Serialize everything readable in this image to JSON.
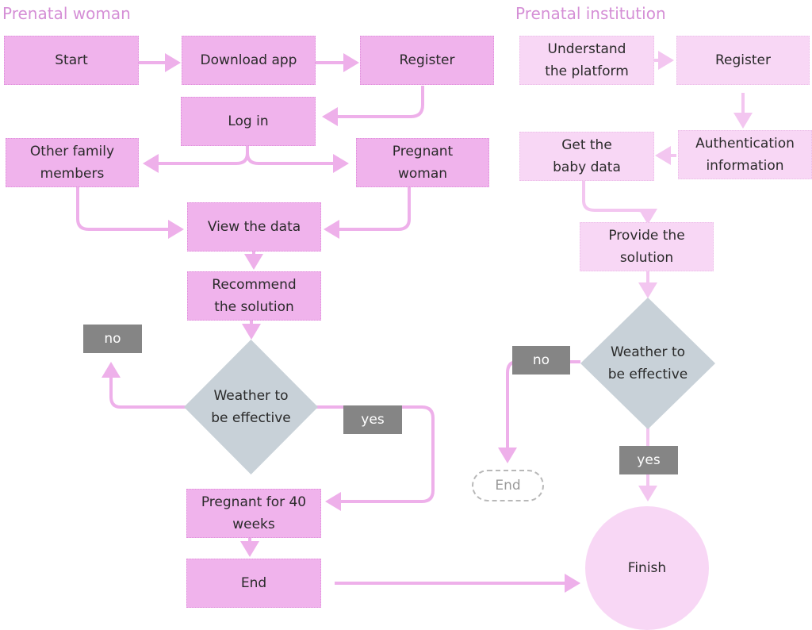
{
  "lanes": {
    "left_title": "Prenatal woman",
    "right_title": "Prenatal institution"
  },
  "left_flow": {
    "start": "Start",
    "download_app": "Download app",
    "register": "Register",
    "log_in": "Log in",
    "other_family_members": "Other family members",
    "pregnant_woman": "Pregnant woman",
    "view_the_data": "View the data",
    "recommend_the_solution": "Recommend the solution",
    "decision": "Weather to be effective",
    "no_label": "no",
    "yes_label": "yes",
    "pregnant_40_weeks": "Pregnant for 40 weeks",
    "end": "End"
  },
  "right_flow": {
    "understand_platform": "Understand the platform",
    "register": "Register",
    "authentication_information": "Authentication information",
    "get_baby_data": "Get the baby data",
    "provide_solution": "Provide the solution",
    "decision": "Weather to be effective",
    "no_label": "no",
    "yes_label": "yes",
    "end": "End",
    "finish": "Finish"
  },
  "colors": {
    "node_strong": "#f0b3ec",
    "node_light": "#f8d7f5",
    "connector": "#eeb0ea",
    "connector_light": "#f5cdf2",
    "decision": "#c8d1d8",
    "badge": "#858585",
    "lane_title": "#d58fd6"
  }
}
